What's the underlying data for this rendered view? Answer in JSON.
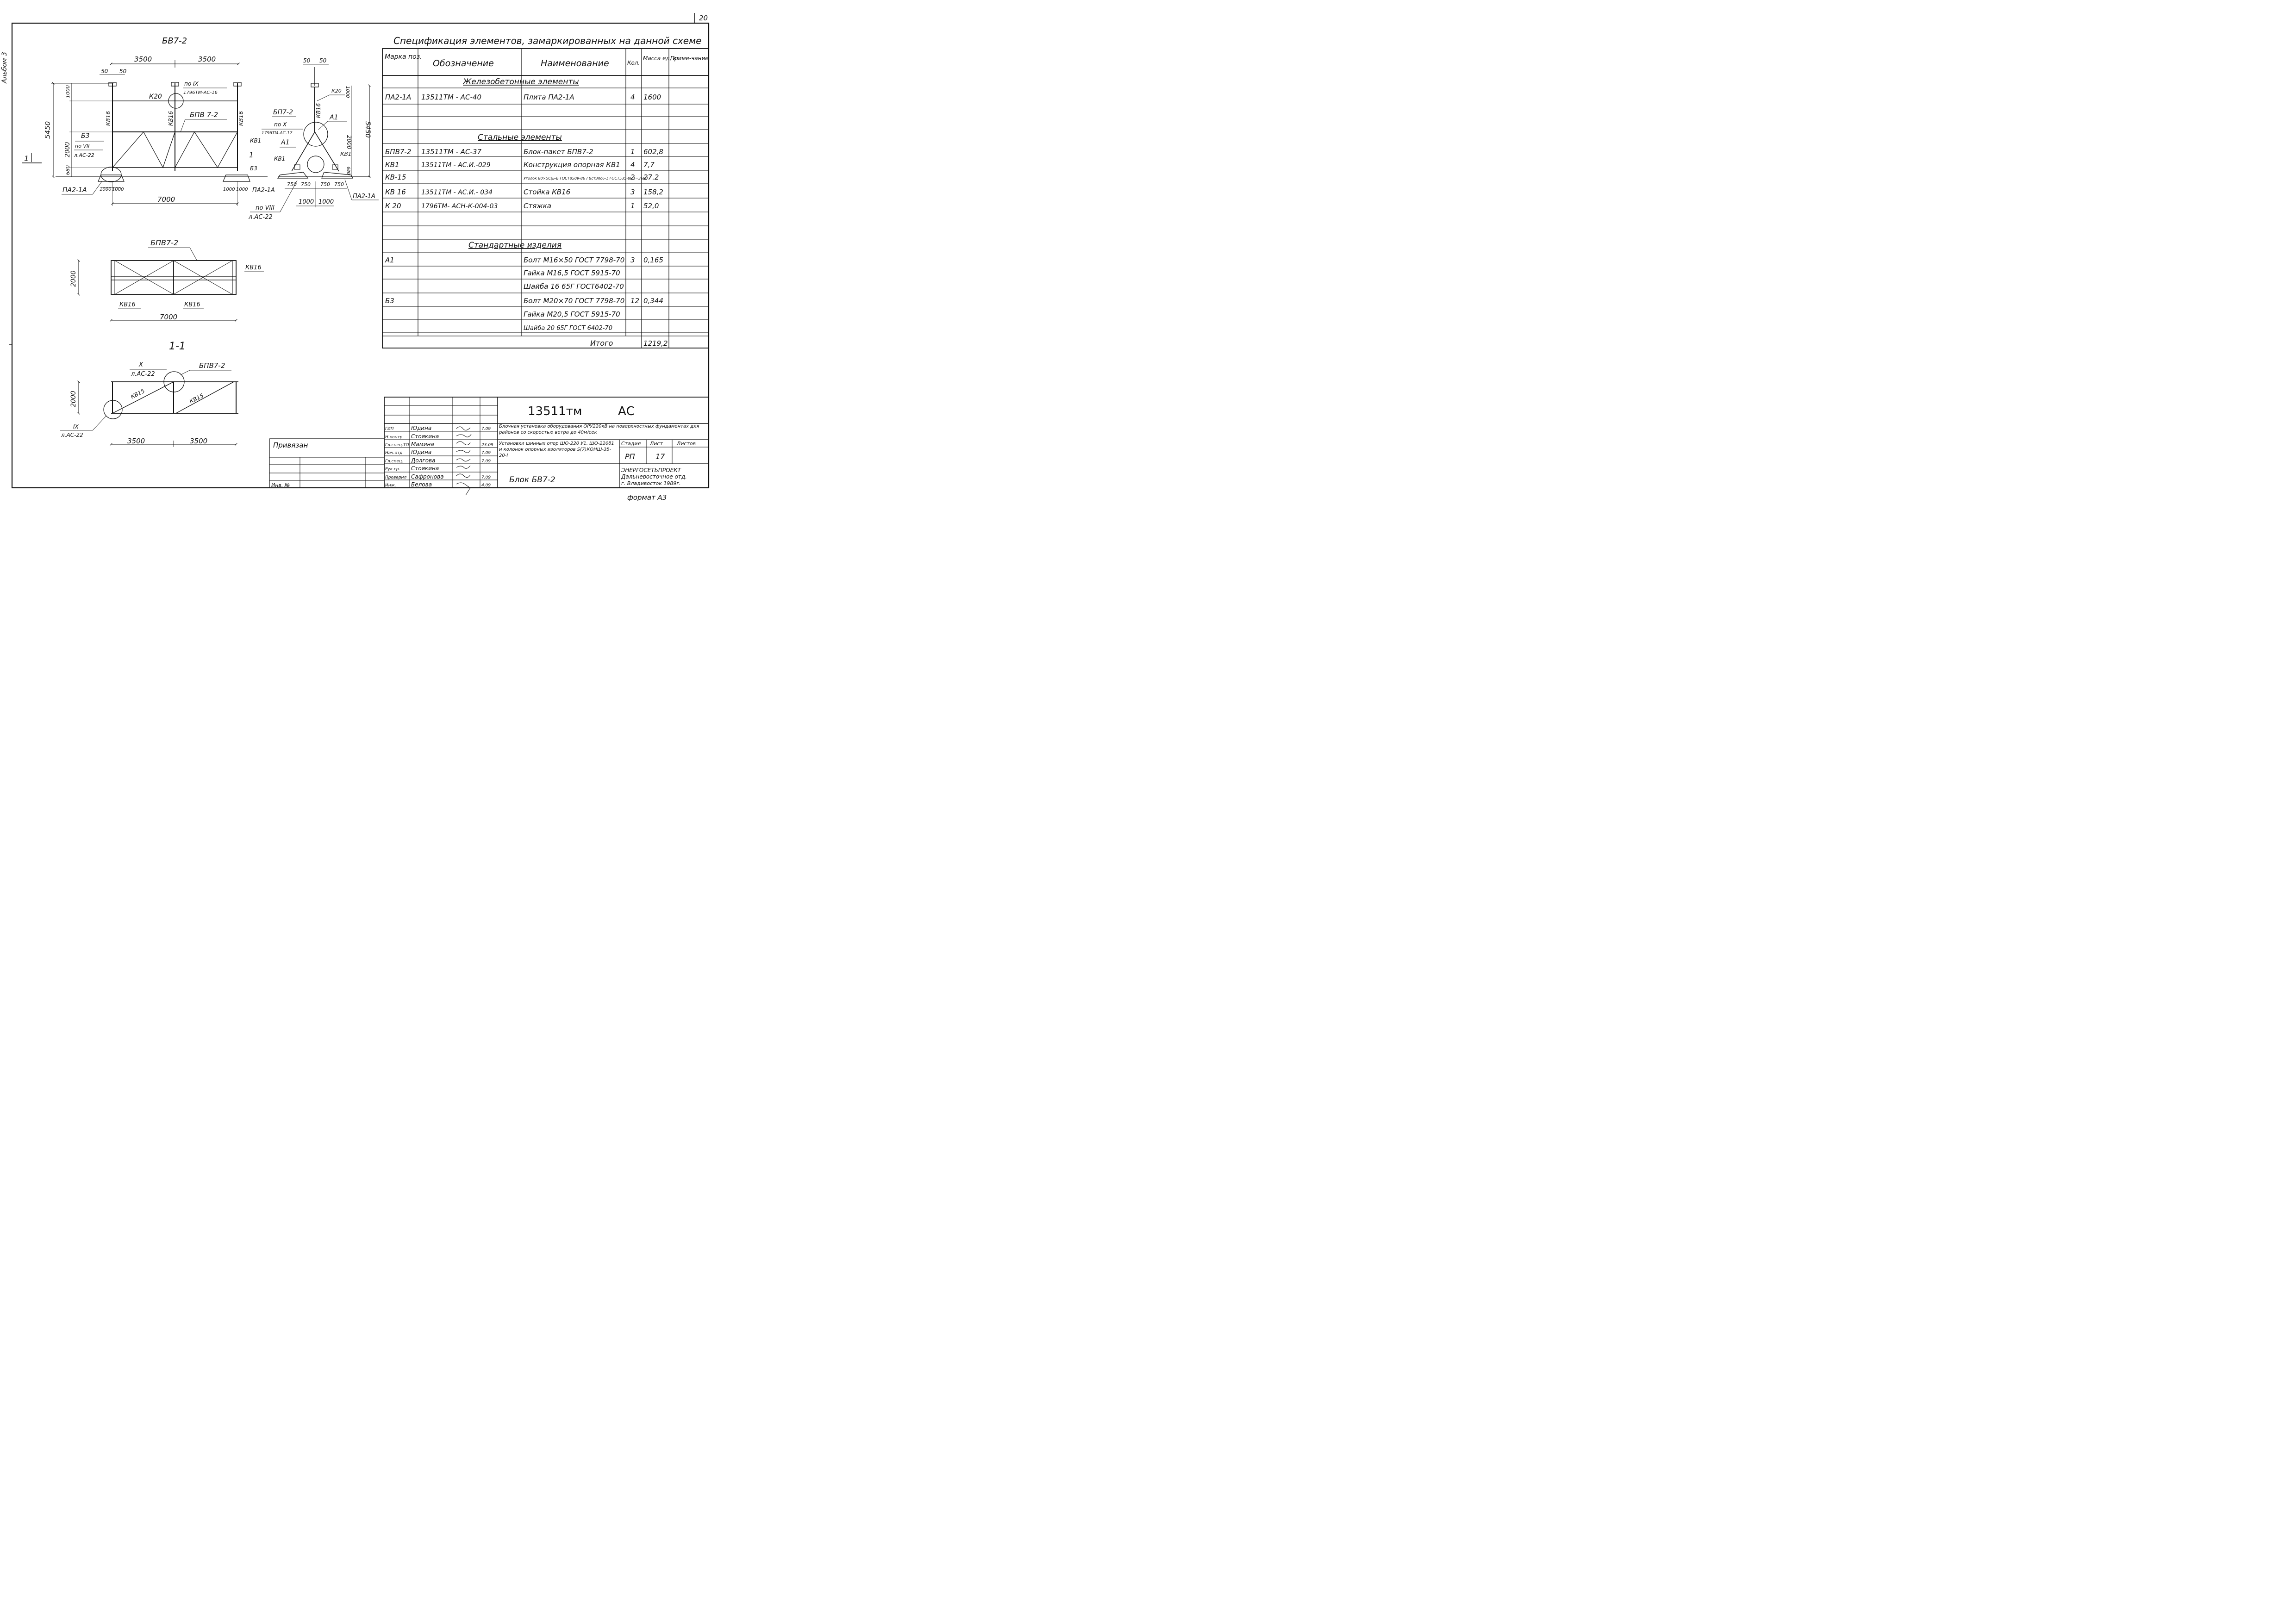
{
  "page_number": "20",
  "side_label": "Альбом 3",
  "views": {
    "main_title": "БВ7-2",
    "dims": {
      "d3500a": "3500",
      "d3500b": "3500",
      "d50a": "50",
      "d50b": "50",
      "d5450": "5450",
      "d1000": "1000",
      "d2000": "2000",
      "d680": "680",
      "d7000": "7000",
      "d1000a": "1000",
      "d1000b": "1000",
      "d1000c": "1000",
      "d1000d": "1000",
      "s50a": "50",
      "s50b": "50",
      "s5450": "5450",
      "s1000": "1000",
      "s2000": "2000",
      "s680": "680",
      "s750a": "750",
      "s750b": "750",
      "s750c": "750",
      "s750d": "750",
      "s1000a": "1000",
      "s1000b": "1000",
      "p2000": "2000",
      "p7000": "7000",
      "c2000": "2000",
      "c3500a": "3500",
      "c3500b": "3500"
    },
    "labels": {
      "k20": "К20",
      "po9": "по IX",
      "ref9": "1796ТМ-АС-16",
      "kb16a": "КВ16",
      "kb16b": "КВ16",
      "kb16c": "КВ16",
      "bpv72": "БПВ 7-2",
      "b3": "Б3",
      "po7": "по VII",
      "ac22": "л.АС-22",
      "kb1a": "КВ1",
      "one": "1",
      "b3b": "Б3",
      "pa21a": "ПА2-1А",
      "pa21b": "ПА2-1А",
      "s_k20": "К20",
      "s_kb16": "КВ16",
      "bp72": "БП7-2",
      "s_po10": "по X",
      "s_ref10": "1796ТМ-АС-17",
      "s_a1": "А1",
      "s_a1b": "А1",
      "s_kb1": "КВ1",
      "s_kb1b": "КВ1",
      "s_pa21": "ПА2-1А",
      "po8": "по VIII",
      "ac22b": "л.АС-22",
      "section_mark": "1",
      "plan_title": "БПВ7-2",
      "plan_kb16a": "КВ16",
      "plan_kb16b": "КВ16",
      "plan_kb16c": "КВ16",
      "sec_title": "1-1",
      "sec_x": "X",
      "sec_ac22": "л.АС-22",
      "sec_bpv": "БПВ7-2",
      "sec_kb15a": "КВ15",
      "sec_kb15b": "КВ15",
      "sec_ix": "IX",
      "sec_ac22b": "л.АС-22"
    }
  },
  "spec": {
    "title": "Спецификация элементов, замаркированных на данной схеме",
    "headers": {
      "mark": "Марка поз.",
      "designation": "Обозначение",
      "name": "Наименование",
      "qty": "Кол.",
      "mass": "Масса ед, кг",
      "note": "Приме-чание"
    },
    "sec_reinforced": "Железобетонные элементы",
    "sec_steel": "Стальные элементы",
    "sec_standard": "Стандартные изделия",
    "rows": [
      {
        "mark": "ПА2-1А",
        "des": "13511ТМ - АС-40",
        "name": "Плита ПА2-1А",
        "qty": "4",
        "mass": "1600"
      },
      {
        "mark": "БПВ7-2",
        "des": "13511ТМ - АС-37",
        "name": "Блок-пакет БПВ7-2",
        "qty": "1",
        "mass": "602,8"
      },
      {
        "mark": "КВ1",
        "des": "13511ТМ - АС.И.-029",
        "name": "Конструкция опорная КВ1",
        "qty": "4",
        "mass": "7,7"
      },
      {
        "mark": "КВ-15",
        "des": "",
        "name": "Уголок 80×5С(Б-Б ГОСТ8509-86 / ВстЗпс6-1 ГОСТ535-88 ℓ=3690",
        "qty": "2",
        "mass": "27.2"
      },
      {
        "mark": "КВ 16",
        "des": "13511ТМ - АС.И.- 034",
        "name": "Стойка КВ16",
        "qty": "3",
        "mass": "158,2"
      },
      {
        "mark": "К 20",
        "des": "1796ТМ- АСН-К-004-03",
        "name": "Стяжка",
        "qty": "1",
        "mass": "52,0"
      },
      {
        "mark": "А1",
        "des": "",
        "name": "Болт М16×50 ГОСТ 7798-70",
        "qty": "3",
        "mass": "0,165"
      },
      {
        "mark": "",
        "des": "",
        "name": "Гайка М16,5 ГОСТ 5915-70",
        "qty": "",
        "mass": ""
      },
      {
        "mark": "",
        "des": "",
        "name": "Шайба 16 65Г ГОСТ6402-70",
        "qty": "",
        "mass": ""
      },
      {
        "mark": "Б3",
        "des": "",
        "name": "Болт М20×70 ГОСТ 7798-70",
        "qty": "12",
        "mass": "0,344"
      },
      {
        "mark": "",
        "des": "",
        "name": "Гайка М20,5 ГОСТ 5915-70",
        "qty": "",
        "mass": ""
      },
      {
        "mark": "",
        "des": "",
        "name": "Шайба 20 65Г ГОСТ 6402-70",
        "qty": "",
        "mass": ""
      }
    ],
    "total_label": "Итого",
    "total_value": "1219,2"
  },
  "stamp": {
    "code": "13511тм",
    "code_suffix": "АС",
    "people": [
      {
        "role": "ГИП",
        "name": "Юдина",
        "date": "7.09"
      },
      {
        "role": "Н.контр.",
        "name": "Стоякина",
        "date": ""
      },
      {
        "role": "Гл.спец.ТО",
        "name": "Мамина",
        "date": "23.09"
      },
      {
        "role": "Нач.отд.",
        "name": "Юдина",
        "date": "7.09"
      },
      {
        "role": "Гл.спец.",
        "name": "Долгова",
        "date": "7.09"
      },
      {
        "role": "Рук.гр.",
        "name": "Стоякина",
        "date": ""
      },
      {
        "role": "Проверил",
        "name": "Сафронова",
        "date": "7.09"
      },
      {
        "role": "Инж.",
        "name": "Белова",
        "date": "4.09"
      }
    ],
    "description_1": "Блочная установка оборудования ОРУ220кВ на поверхностных фундаментах для районов со скоростью ветра до 40м/сек",
    "description_2": "Установки шинных опор ШО-220 У1, ШО-220б1 и колонок опорных изоляторов S(7)КОНШ-35-20-I",
    "sheet_title": "Блок БВ7-2",
    "stage_label": "Стадия",
    "sheet_label": "Лист",
    "sheets_label": "Листов",
    "stage": "РП",
    "sheet": "17",
    "org_1": "ЭНЕРГОСЕТЬПРОЕКТ",
    "org_2": "Дальневосточное отд.",
    "org_3": "г. Владивосток 1989г.",
    "privyazan": "Привязан",
    "inv": "Инв. №",
    "format": "формат А3"
  }
}
